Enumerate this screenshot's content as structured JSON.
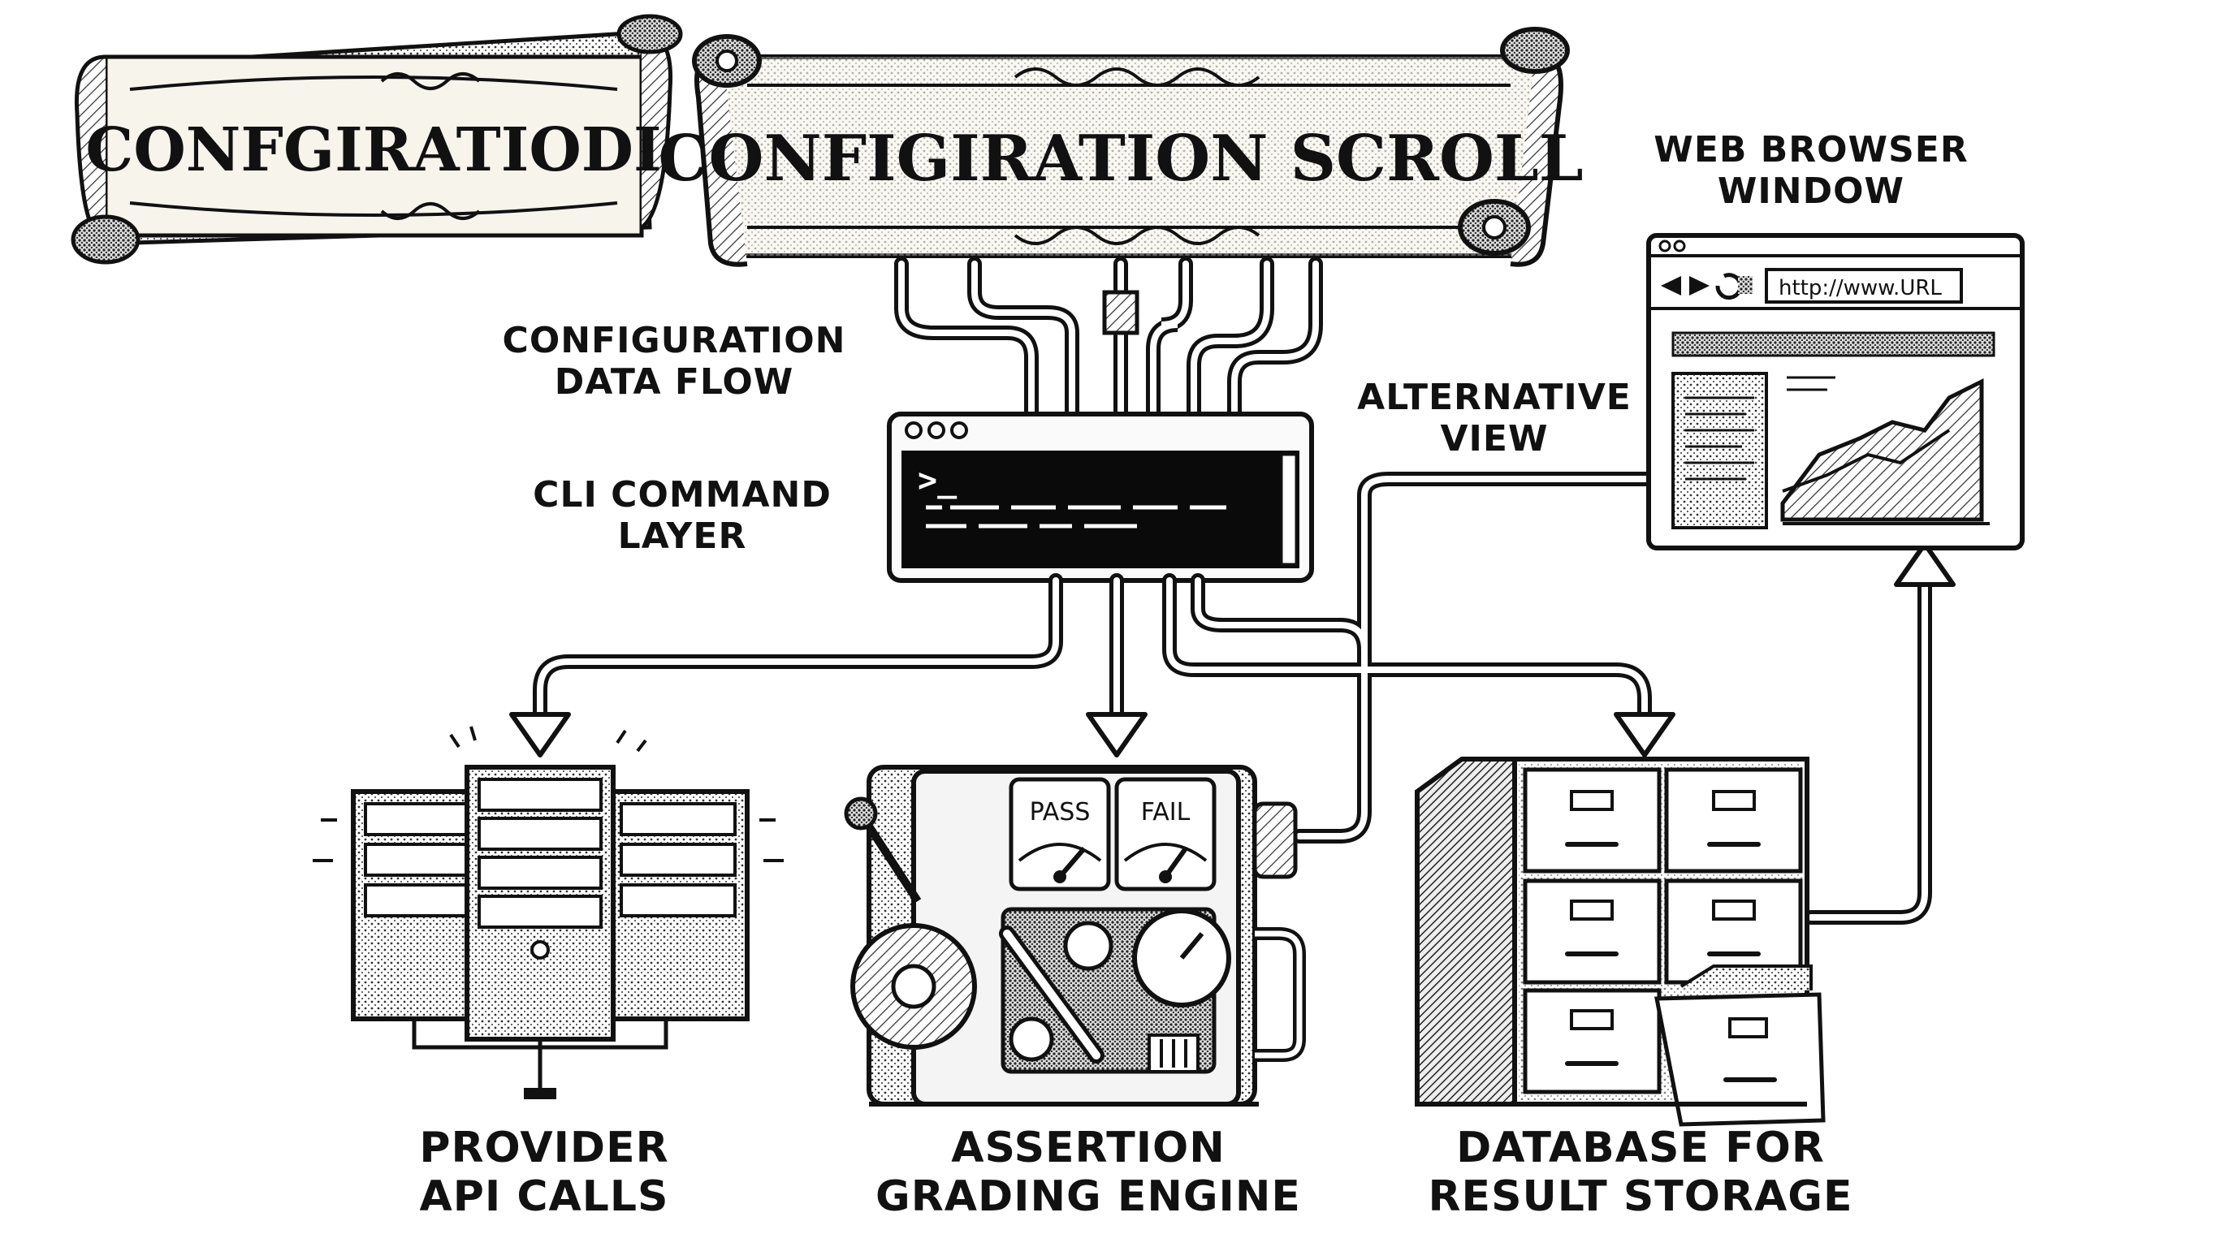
{
  "scroll_small": {
    "title": "CONFGIRATIODI"
  },
  "scroll_main": {
    "title": "CONFIGIRATION SCROLL"
  },
  "labels": {
    "config_flow": [
      "CONFIGURATION",
      "DATA FLOW"
    ],
    "cli_layer": [
      "CLI COMMAND",
      "LAYER"
    ],
    "alt_view": [
      "ALTERNATIVE",
      "VIEW"
    ],
    "web_browser": [
      "WEB BROWSER",
      "WINDOW"
    ],
    "provider": [
      "PROVIDER",
      "API CALLS"
    ],
    "assertion": [
      "ASSERTION",
      "GRADING ENGINE"
    ],
    "database": [
      "DATABASE FOR",
      "RESULT STORAGE"
    ]
  },
  "terminal": {
    "prompt": ">_"
  },
  "browser": {
    "url": "http://www.URL"
  },
  "gauges": {
    "pass": "PASS",
    "fail": "FAIL"
  },
  "colors": {
    "ink": "#111111",
    "paper": "#f3efe6",
    "screen": "#0a0a0a"
  }
}
